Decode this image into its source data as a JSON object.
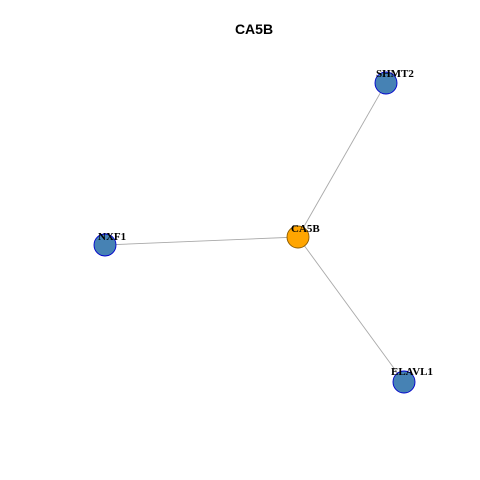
{
  "title": "CA5B",
  "colors": {
    "center_node_fill": "#FFA500",
    "center_node_stroke": "#8B5A00",
    "neighbor_node_fill": "#4682B4",
    "neighbor_node_stroke": "#0000CD",
    "edge": "#A9A9A9"
  },
  "nodes": [
    {
      "id": "CA5B",
      "label": "CA5B",
      "role": "center"
    },
    {
      "id": "SHMT2",
      "label": "SHMT2",
      "role": "neighbor"
    },
    {
      "id": "NXF1",
      "label": "NXF1",
      "role": "neighbor"
    },
    {
      "id": "ELAVL1",
      "label": "ELAVL1",
      "role": "neighbor"
    }
  ],
  "edges": [
    {
      "source": "CA5B",
      "target": "SHMT2"
    },
    {
      "source": "CA5B",
      "target": "NXF1"
    },
    {
      "source": "CA5B",
      "target": "ELAVL1"
    }
  ]
}
